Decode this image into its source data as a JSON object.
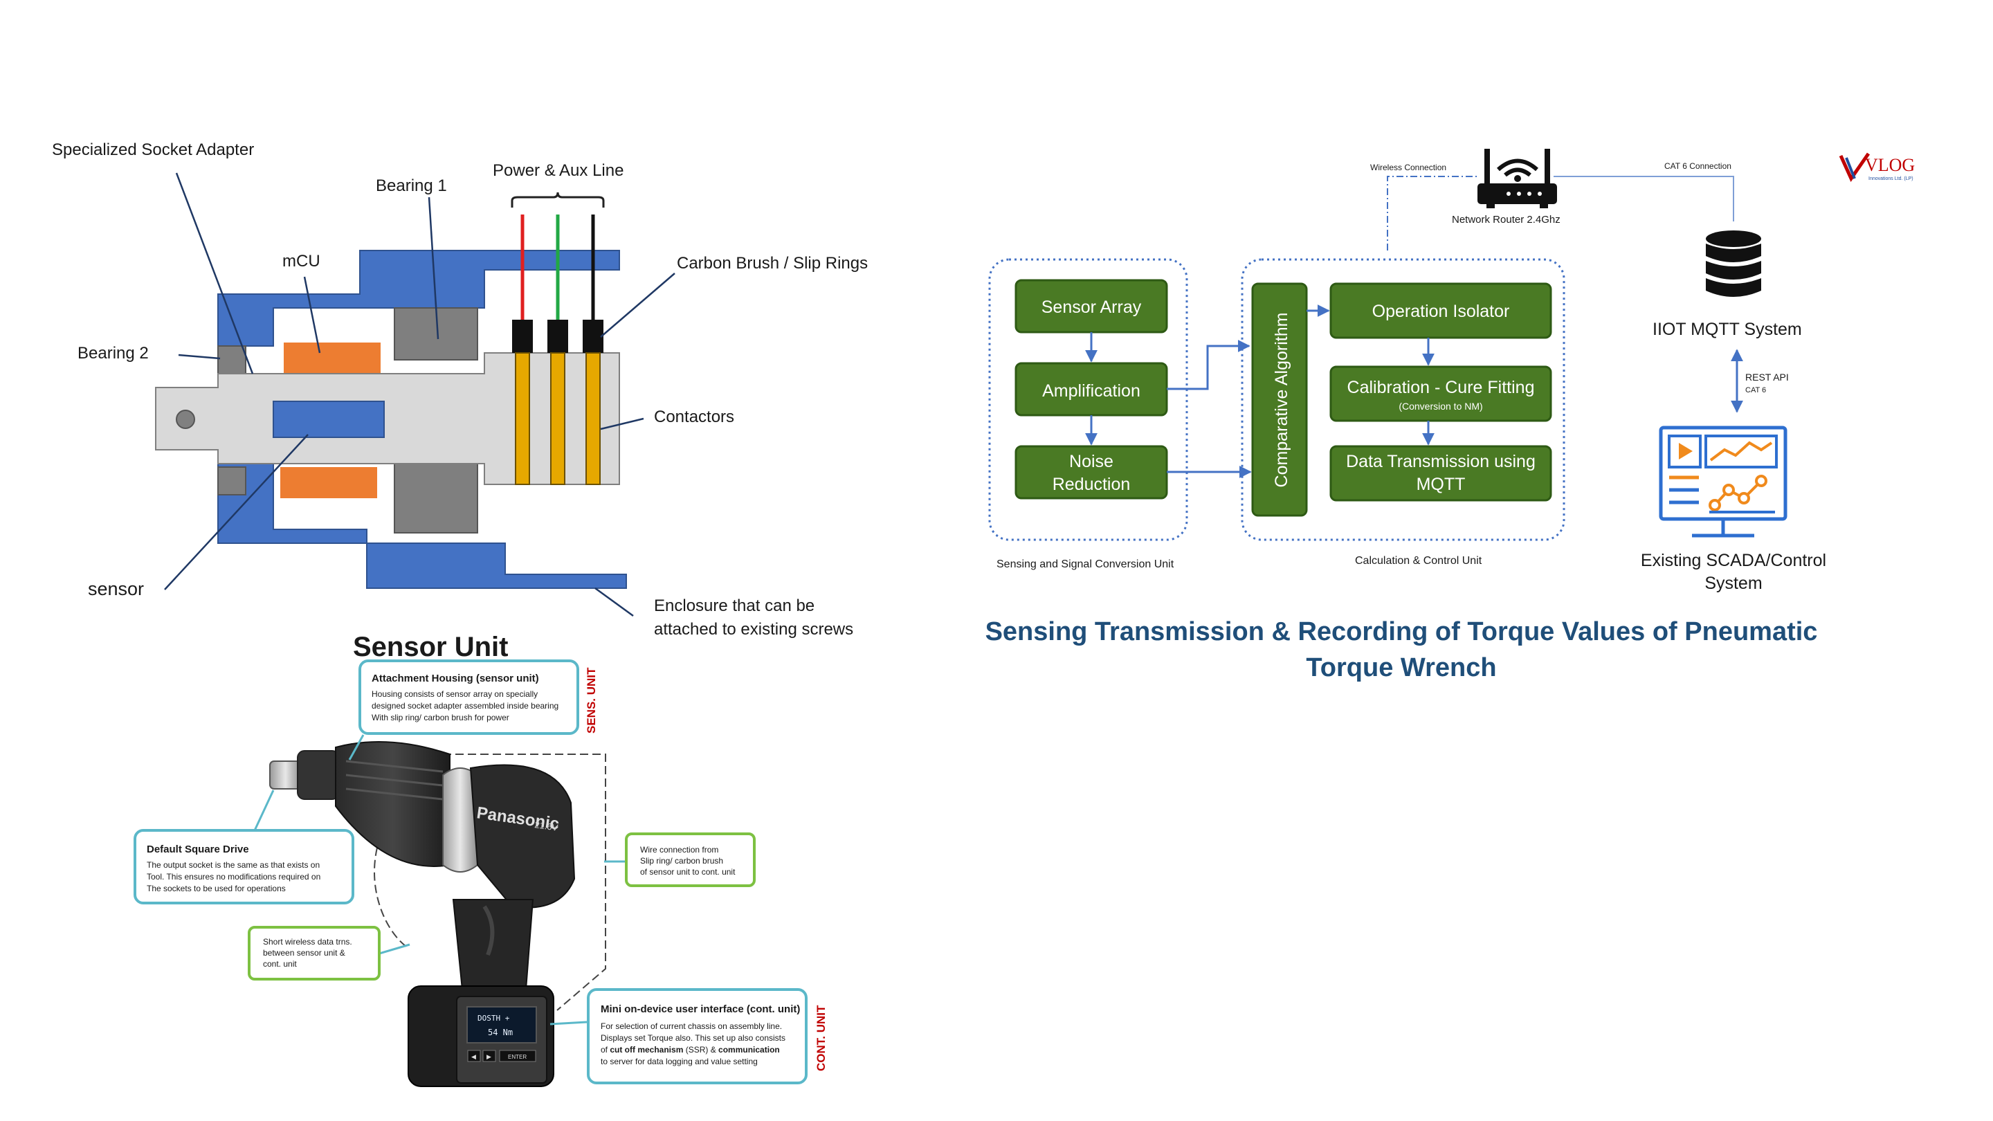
{
  "cross_section": {
    "labels": {
      "socket_adapter": "Specialized Socket Adapter",
      "bearing1": "Bearing 1",
      "power_aux": "Power & Aux Line",
      "mcu": "mCU",
      "carbon_brush": "Carbon Brush / Slip Rings",
      "bearing2": "Bearing 2",
      "contactors": "Contactors",
      "sensor": "sensor",
      "enclosure_line1": "Enclosure that can be",
      "enclosure_line2": "attached to existing screws"
    },
    "colors": {
      "housing": "#4472c4",
      "shaft": "#d9d9d9",
      "bearing": "#7f7f7f",
      "mcu": "#ed7d31",
      "contactor": "#e6a800",
      "wire_red": "#e02020",
      "wire_green": "#22a845",
      "wire_black": "#111111"
    }
  },
  "sensor_unit": {
    "title": "Sensor Unit",
    "attachment": {
      "title": "Attachment Housing (sensor unit)",
      "lines": [
        "Housing consists of sensor array on specially",
        "designed socket adapter assembled inside bearing",
        "With slip ring/ carbon brush for power"
      ]
    },
    "sens_tag": "SENS. UNIT",
    "square_drive": {
      "title": "Default Square Drive",
      "lines": [
        "The output socket is the same as that exists on",
        "Tool. This ensures no modifications required on",
        "The sockets to be used for operations"
      ]
    },
    "wire_conn": {
      "lines": [
        "Wire connection from",
        "Slip ring/ carbon brush",
        "of sensor unit to cont. unit"
      ]
    },
    "wireless": {
      "lines": [
        "Short wireless data trns.",
        "between sensor unit &",
        "cont. unit"
      ]
    },
    "mini_ui": {
      "title": "Mini on-device user interface (cont. unit)",
      "line1": "For selection of current chassis on assembly line.",
      "line2": "Displays set Torque also. This set up also consists",
      "line3_pre": "of ",
      "line3_b1": "cut off mechanism",
      "line3_mid": " (SSR) & ",
      "line3_b2": "communication",
      "line4": "to server for data logging and value setting"
    },
    "cont_tag": "CONT. UNIT",
    "tool_brand": "Panasonic",
    "tool_voltage": "21.6V",
    "display_line1": "DOSTH  +",
    "display_line2": "54 Nm",
    "display_btn": "ENTER",
    "colors": {
      "box_border": "#5bb8c9",
      "green_box_border": "#7dc142",
      "tag_red": "#c00000"
    }
  },
  "flow": {
    "sensing_unit_label": "Sensing and Signal Conversion Unit",
    "calc_unit_label": "Calculation & Control Unit",
    "sensor_array": "Sensor Array",
    "amplification": "Amplification",
    "noise_line1": "Noise",
    "noise_line2": "Reduction",
    "comparative": "Comparative Algorithm",
    "operation_isolator": "Operation Isolator",
    "calibration": "Calibration - Cure Fitting",
    "calibration_sub": "(Conversion to NM)",
    "data_tx_line1": "Data Transmission using",
    "data_tx_line2": "MQTT",
    "wireless_conn": "Wireless Connection",
    "cat6_conn": "CAT 6 Connection",
    "router_label": "Network  Router 2.4Ghz",
    "iiot": "IIOT MQTT System",
    "rest_api": "REST API",
    "cat6": "CAT 6",
    "scada_line1": "Existing SCADA/Control",
    "scada_line2": "System",
    "colors": {
      "green": "#4a7a24",
      "green_border": "#2e5a14",
      "dotted_border": "#4472c4",
      "arrow": "#4472c4",
      "scada_blue": "#2e6fd0",
      "scada_orange": "#f08a1c"
    }
  },
  "logo": {
    "text": "VLOG",
    "sub": "Innovations Ltd. (LP)"
  },
  "main_title": {
    "line1": "Sensing Transmission & Recording of Torque Values of Pneumatic",
    "line2": "Torque Wrench"
  }
}
